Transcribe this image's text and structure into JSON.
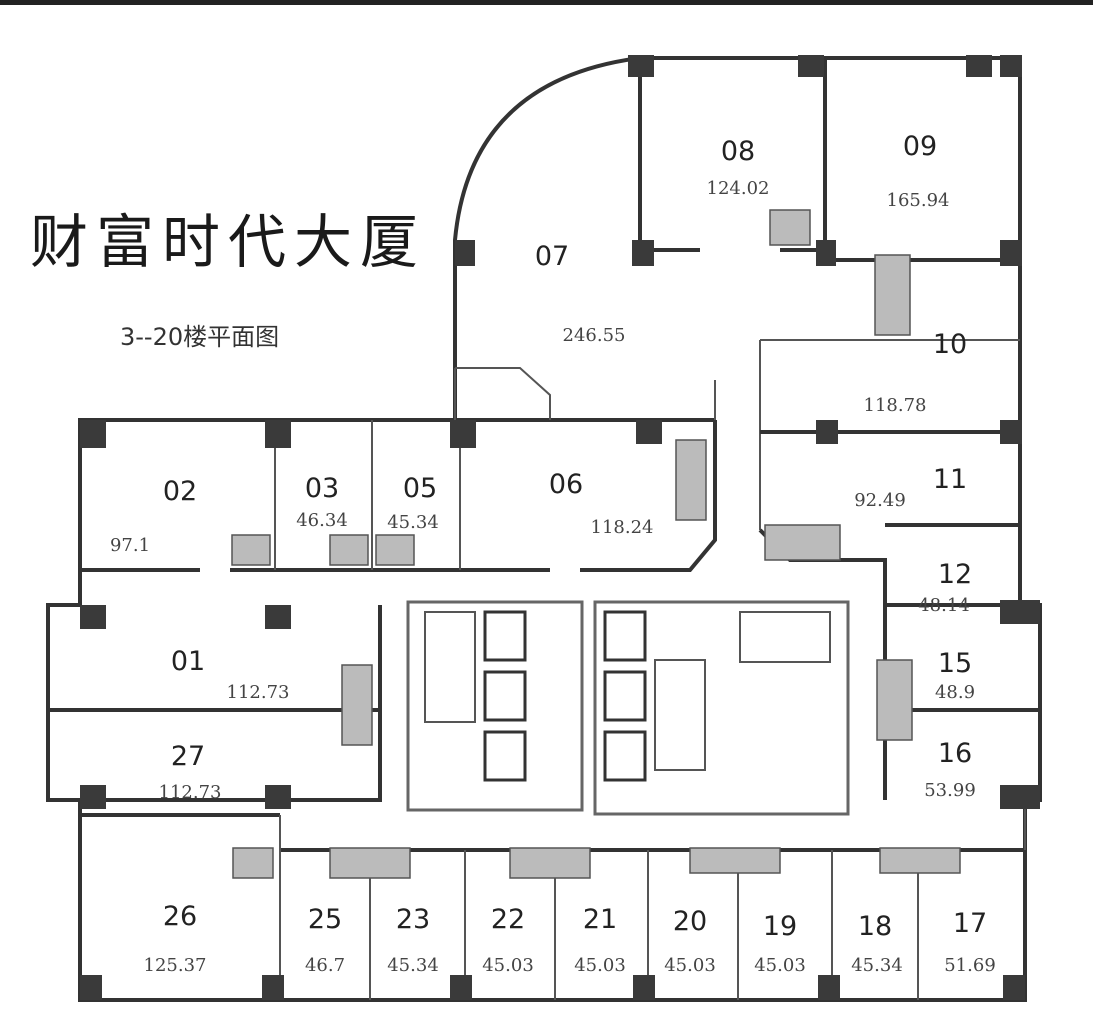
{
  "title": "财富时代大厦",
  "subtitle": "3--20楼平面图",
  "rooms": {
    "r01": {
      "number": "01",
      "area": "112.73"
    },
    "r02": {
      "number": "02",
      "area": "97.1"
    },
    "r03": {
      "number": "03",
      "area": "46.34"
    },
    "r05": {
      "number": "05",
      "area": "45.34"
    },
    "r06": {
      "number": "06",
      "area": "118.24"
    },
    "r07": {
      "number": "07",
      "area": "246.55"
    },
    "r08": {
      "number": "08",
      "area": "124.02"
    },
    "r09": {
      "number": "09",
      "area": "165.94"
    },
    "r10": {
      "number": "10",
      "area": "118.78"
    },
    "r11": {
      "number": "11",
      "area": "92.49"
    },
    "r12": {
      "number": "12",
      "area": "48.14"
    },
    "r15": {
      "number": "15",
      "area": "48.9"
    },
    "r16": {
      "number": "16",
      "area": "53.99"
    },
    "r17": {
      "number": "17",
      "area": "51.69"
    },
    "r18": {
      "number": "18",
      "area": "45.34"
    },
    "r19": {
      "number": "19",
      "area": "45.03"
    },
    "r20": {
      "number": "20",
      "area": "45.03"
    },
    "r21": {
      "number": "21",
      "area": "45.03"
    },
    "r22": {
      "number": "22",
      "area": "45.03"
    },
    "r23": {
      "number": "23",
      "area": "45.34"
    },
    "r25": {
      "number": "25",
      "area": "46.7"
    },
    "r26": {
      "number": "26",
      "area": "125.37"
    },
    "r27": {
      "number": "27",
      "area": "112.73"
    }
  }
}
